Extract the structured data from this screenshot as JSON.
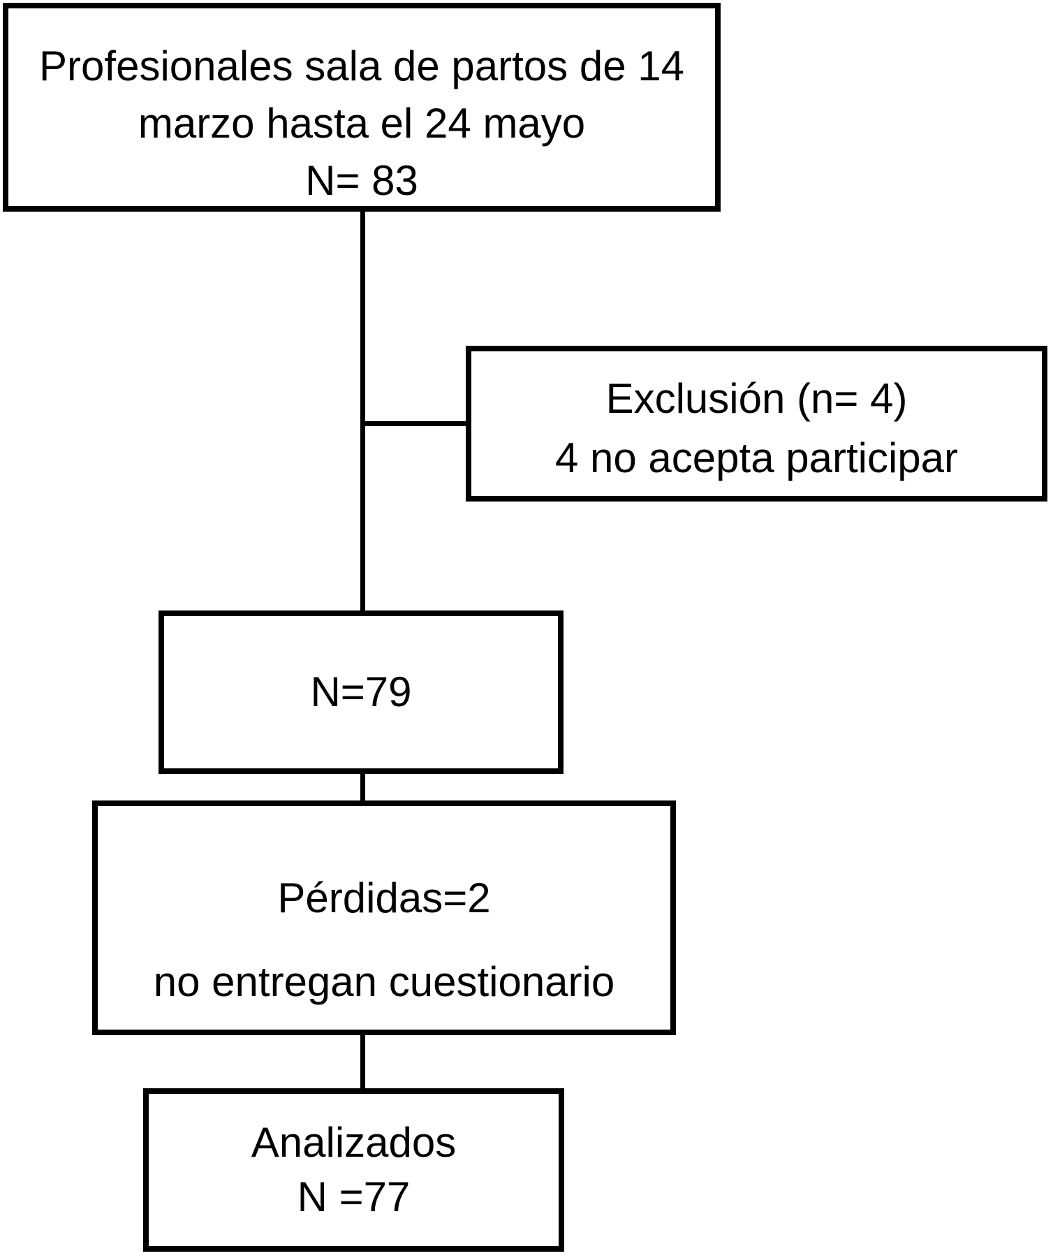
{
  "diagram": {
    "title": "Participant flow diagram",
    "background_color": "#ffffff",
    "line_color": "#000000",
    "boxes": {
      "enrollment": {
        "line1": "Profesionales sala de partos de 14",
        "line2": "marzo hasta el 24 mayo",
        "line3": "N= 83"
      },
      "exclusion": {
        "line1": "Exclusión (n= 4)",
        "line2": "4 no acepta participar"
      },
      "after_exclusion": {
        "line1": "N=79"
      },
      "losses": {
        "line1": "Pérdidas=2",
        "line2": "no entregan cuestionario"
      },
      "analyzed": {
        "line1": "Analizados",
        "line2": "N =77"
      }
    }
  }
}
